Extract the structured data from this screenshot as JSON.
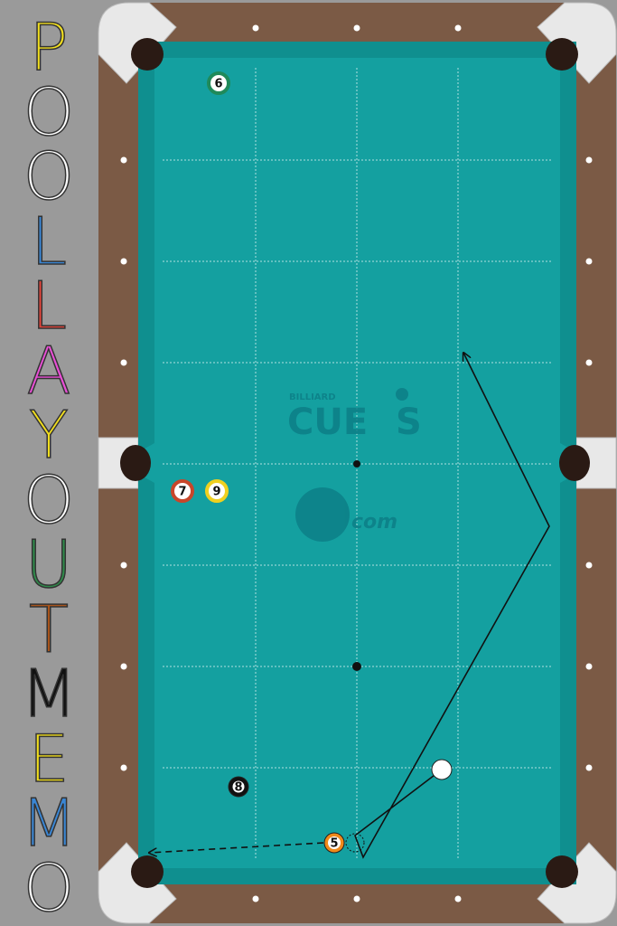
{
  "sidebar": {
    "title_letters": [
      {
        "char": "P",
        "color": "#f2df1e"
      },
      {
        "char": "O",
        "color": "#ffffff"
      },
      {
        "char": "O",
        "color": "#ffffff"
      },
      {
        "char": "L",
        "color": "#3a86d4"
      },
      {
        "char": "L",
        "color": "#e0443a"
      },
      {
        "char": "A",
        "color": "#e94fd6"
      },
      {
        "char": "Y",
        "color": "#f2df1e"
      },
      {
        "char": "O",
        "color": "#ffffff"
      },
      {
        "char": "U",
        "color": "#2f8a4a"
      },
      {
        "char": "T",
        "color": "#a8541b"
      },
      {
        "char": "M",
        "color": "#111111"
      },
      {
        "char": "E",
        "color": "#f2df1e"
      },
      {
        "char": "M",
        "color": "#3a86d4"
      },
      {
        "char": "O",
        "color": "#ffffff"
      }
    ]
  },
  "table": {
    "cloth_color": "#14a0a0",
    "rail_color": "#7b5a45",
    "logo": {
      "small": "BILLIARD",
      "main": "CUE",
      "suffix": "S",
      "com": "com"
    },
    "balls": [
      {
        "number": "6",
        "color": "#1f8a5a",
        "stripe": true
      },
      {
        "number": "7",
        "color": "#c8462a",
        "stripe": true
      },
      {
        "number": "9",
        "color": "#f0d020",
        "stripe": true
      },
      {
        "number": "8",
        "color": "#111111",
        "stripe": false
      },
      {
        "number": "5",
        "color": "#f08a1a",
        "stripe": false
      },
      {
        "number": "",
        "color": "#ffffff",
        "stripe": false
      }
    ]
  }
}
